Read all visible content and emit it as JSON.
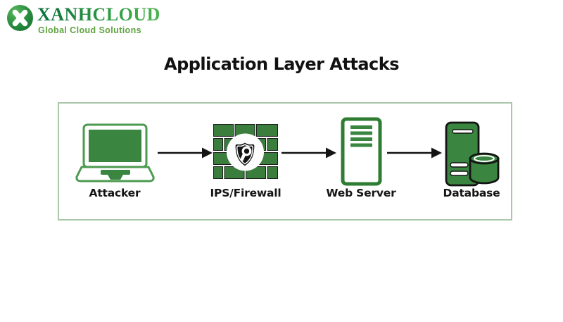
{
  "logo": {
    "brand": "XANHCLOUD",
    "tagline": "Global Cloud Solutions",
    "icon": "x-mark-icon",
    "brand_gradient_start": "#0a6e3a",
    "brand_gradient_end": "#4db54e",
    "tagline_color": "#5da33e"
  },
  "title": "Application Layer Attacks",
  "diagram": {
    "type": "flow",
    "border_color": "#a9c7a9",
    "arrow_color": "#141414",
    "icon_green": "#3a8540",
    "icon_green_dark": "#2e7d32",
    "brick_green": "#3a7d3c",
    "nodes": [
      {
        "id": "attacker",
        "label": "Attacker",
        "icon": "laptop-icon"
      },
      {
        "id": "ips-firewall",
        "label": "IPS/Firewall",
        "icon": "firewall-shield-icon"
      },
      {
        "id": "web-server",
        "label": "Web Server",
        "icon": "server-icon"
      },
      {
        "id": "database",
        "label": "Database",
        "icon": "database-icon"
      }
    ],
    "edges": [
      {
        "from": "attacker",
        "to": "ips-firewall"
      },
      {
        "from": "ips-firewall",
        "to": "web-server"
      },
      {
        "from": "web-server",
        "to": "database"
      }
    ]
  }
}
